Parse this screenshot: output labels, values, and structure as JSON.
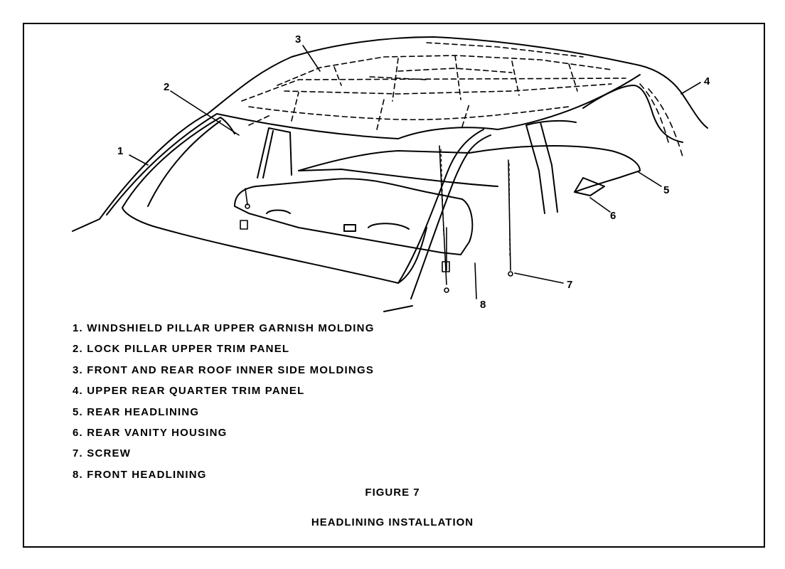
{
  "callouts": [
    "1",
    "2",
    "3",
    "4",
    "5",
    "6",
    "7",
    "8"
  ],
  "legend": [
    "1. WINDSHIELD PILLAR UPPER GARNISH MOLDING",
    "2. LOCK PILLAR UPPER TRIM PANEL",
    "3. FRONT AND REAR ROOF INNER SIDE MOLDINGS",
    "4. UPPER REAR QUARTER TRIM PANEL",
    "5. REAR HEADLINING",
    "6. REAR VANITY HOUSING",
    "7. SCREW",
    "8. FRONT HEADLINING"
  ],
  "figure": {
    "number": "FIGURE 7",
    "caption": "HEADLINING INSTALLATION"
  }
}
